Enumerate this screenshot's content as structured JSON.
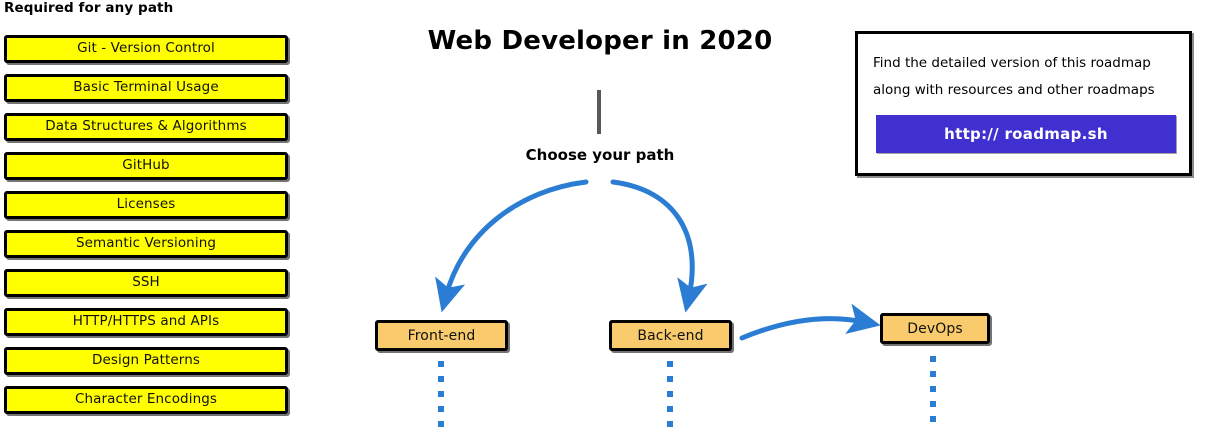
{
  "title": "Web Developer in 2020",
  "sidebar": {
    "heading": "Required for any path",
    "items": [
      {
        "label": "Git - Version Control"
      },
      {
        "label": "Basic Terminal Usage"
      },
      {
        "label": "Data Structures & Algorithms"
      },
      {
        "label": "GitHub"
      },
      {
        "label": "Licenses"
      },
      {
        "label": "Semantic Versioning"
      },
      {
        "label": "SSH"
      },
      {
        "label": "HTTP/HTTPS and APIs"
      },
      {
        "label": "Design Patterns"
      },
      {
        "label": "Character Encodings"
      }
    ]
  },
  "center": {
    "choose_path_label": "Choose your path",
    "branches": [
      {
        "label": "Front-end"
      },
      {
        "label": "Back-end"
      },
      {
        "label": "DevOps"
      }
    ]
  },
  "info_box": {
    "line1": "Find the detailed version of this roadmap",
    "line2": "along with resources and other roadmaps",
    "link_label": "http:// roadmap.sh"
  },
  "colors": {
    "required_box_fill": "#ffff00",
    "required_box_border": "#000000",
    "branch_box_fill": "#f9cb6c",
    "branch_box_border": "#000000",
    "arrow_blue": "#2b7cd3",
    "link_button_bg": "#4030d0",
    "link_button_text": "#ffffff",
    "stem_gray": "#595959",
    "page_background": "#ffffff"
  }
}
